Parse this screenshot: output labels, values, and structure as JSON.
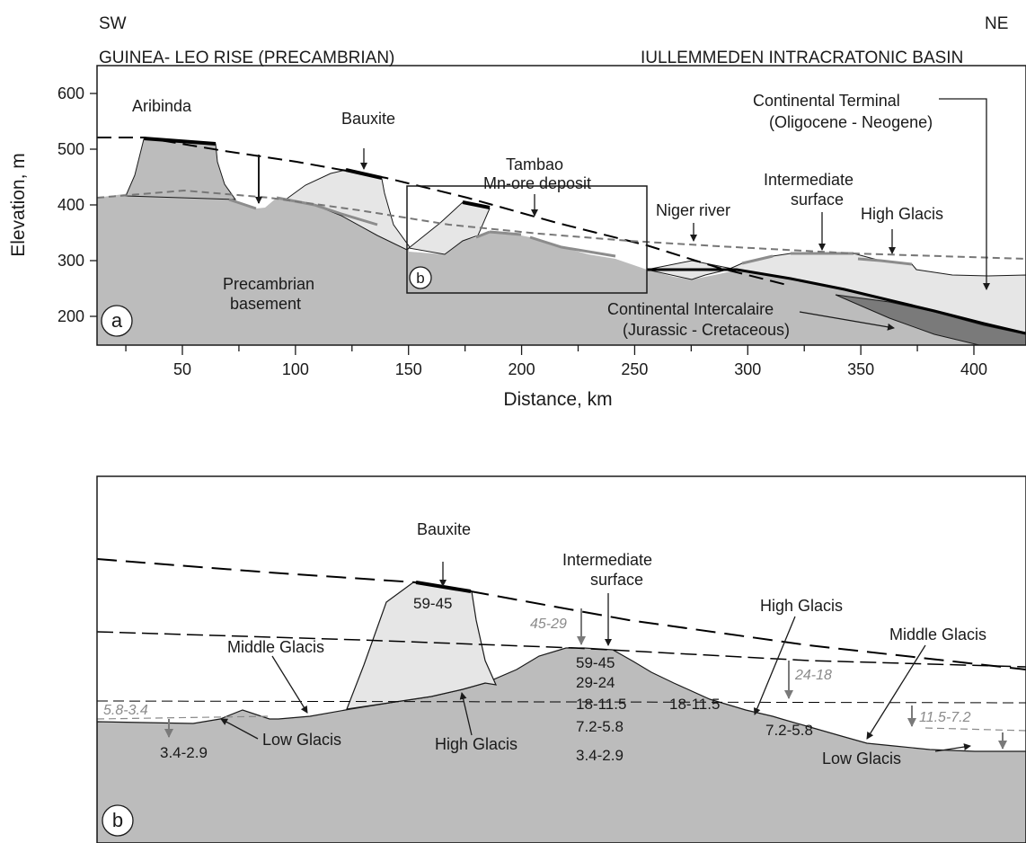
{
  "panel_a": {
    "dir_left": "SW",
    "dir_right": "NE",
    "region_left": "GUINEA- LEO RISE (PRECAMBRIAN)",
    "region_right": "IULLEMMEDEN INTRACRATONIC BASIN",
    "panel_label": "a",
    "inset_label": "b",
    "y_axis_label": "Elevation, m",
    "x_axis_label": "Distance, km",
    "y_ticks": [
      "200",
      "300",
      "400",
      "500",
      "600"
    ],
    "x_ticks": [
      "50",
      "100",
      "150",
      "200",
      "250",
      "300",
      "350",
      "400"
    ],
    "labels": {
      "aribinda": "Aribinda",
      "bauxite": "Bauxite",
      "tambao_1": "Tambao",
      "tambao_2": "Mn-ore deposit",
      "ct_1": "Continental Terminal",
      "ct_2": "(Oligocene - Neogene)",
      "intermediate_1": "Intermediate",
      "intermediate_2": "surface",
      "niger": "Niger river",
      "high_glacis": "High Glacis",
      "precambrian_1": "Precambrian",
      "precambrian_2": "basement",
      "ci_1": "Continental Intercalaire",
      "ci_2": "(Jurassic - Cretaceous)"
    }
  },
  "panel_b": {
    "panel_label": "b",
    "labels": {
      "bauxite": "Bauxite",
      "intermediate_1": "Intermediate",
      "intermediate_2": "surface",
      "high_glacis_right": "High Glacis",
      "middle_glacis_right": "Middle Glacis",
      "middle_glacis_left": "Middle Glacis",
      "high_glacis_center": "High Glacis",
      "low_glacis_left": "Low Glacis",
      "low_glacis_right": "Low Glacis"
    },
    "ages_black": {
      "bauxite_top": "59-45",
      "center_1": "59-45",
      "center_2": "29-24",
      "center_3": "18-11.5",
      "center_4": "7.2-5.8",
      "center_5": "3.4-2.9",
      "right_hg": "18-11.5",
      "right_mg": "7.2-5.8",
      "left_lg": "3.4-2.9"
    },
    "ages_gray": {
      "a1": "45-29",
      "a2": "24-18",
      "a3": "11.5-7.2",
      "a4": "5.8-3.4"
    }
  }
}
